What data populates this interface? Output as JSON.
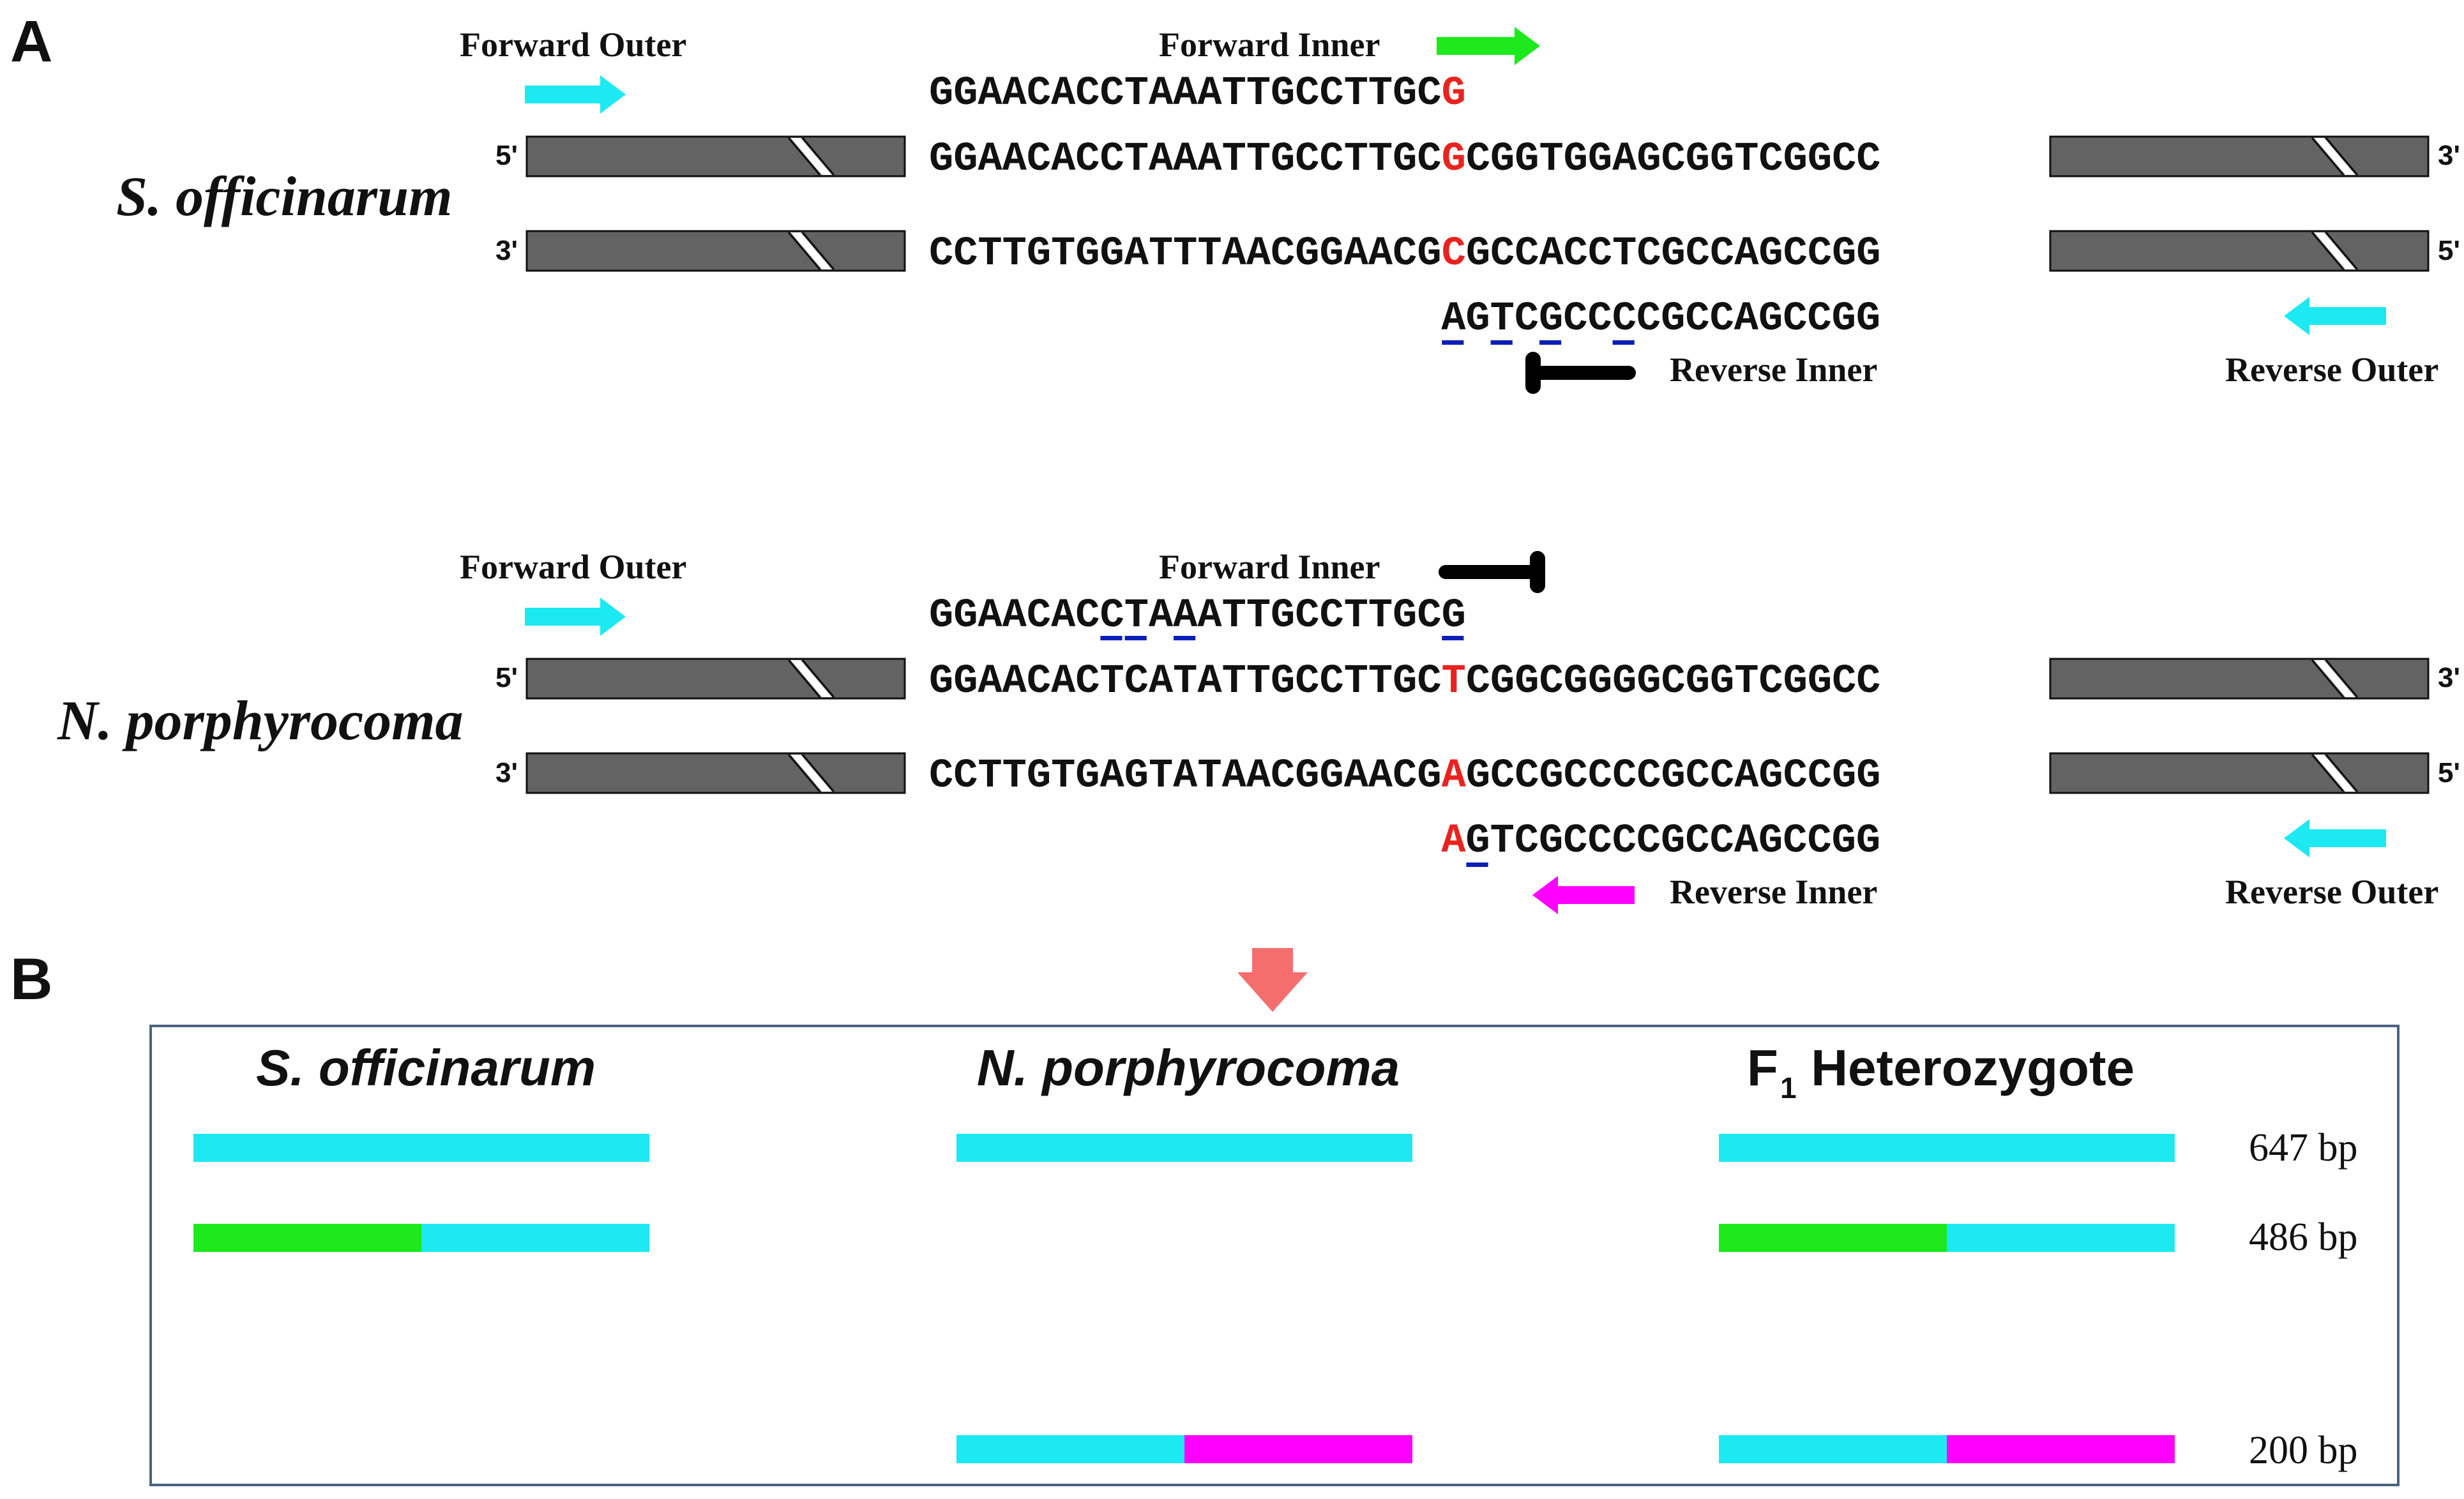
{
  "colors": {
    "forward_outer": "#1de9f2",
    "forward_inner": "#1de91d",
    "blocked": "#000000",
    "reverse_inner_np": "#ff00ff",
    "mismatch": "#e8231f",
    "mismatch_underline": "#0b1fb8",
    "block_fill": "#636363",
    "pointer": "#f56e6e",
    "panel_border": "#4a6380"
  },
  "panel_labels": {
    "a": "A",
    "b": "B"
  },
  "panel_a": {
    "species": [
      {
        "name": "S. officinarum",
        "forward_outer_label": "Forward Outer",
        "forward_inner_label": "Forward Inner",
        "forward_inner_icon": "green-arrow-icon",
        "forward_inner_primer": {
          "seq": "GGAACACCTAAATTGCCTTGC",
          "last_base": "G"
        },
        "top_strand": {
          "prime_left": "5'",
          "pre": "GGAACACCTAAATTGCCTTGC",
          "snp": "G",
          "post": "CGGTGGAGCGGTCGGCC",
          "prime_right": "3'"
        },
        "bottom_strand": {
          "prime_left": "3'",
          "pre": "CCTTGTGGATTTAACGGAACG",
          "snp": "C",
          "post": "GCCACCTCGCCAGCCGG",
          "prime_right": "5'"
        },
        "reverse_inner_primer": {
          "seq": "AGTCGCCCCGCCAGCCGG",
          "first_base_highlight": false
        },
        "reverse_inner_label": "Reverse Inner",
        "reverse_inner_icon": "blocked-tee-icon",
        "reverse_outer_label": "Reverse Outer"
      },
      {
        "name": "N. porphyrocoma",
        "forward_outer_label": "Forward Outer",
        "forward_inner_label": "Forward Inner",
        "forward_inner_icon": "blocked-tee-icon",
        "forward_inner_primer": {
          "seq": "GGAACACCTAAATTGCCTTGC",
          "last_base": "G"
        },
        "top_strand": {
          "prime_left": "5'",
          "pre": "GGAACACTCATATTGCCTTGC",
          "snp": "T",
          "post": "CGGCGGGGCGGTCGGCC",
          "prime_right": "3'"
        },
        "bottom_strand": {
          "prime_left": "3'",
          "pre": "CCTTGTGAGTATAACGGAACG",
          "snp": "A",
          "post": "GCCGCCCCGCCAGCCGG",
          "prime_right": "5'"
        },
        "reverse_inner_primer": {
          "seq": "AGTCGCCCCGCCAGCCGG",
          "first_base_highlight": true
        },
        "reverse_inner_label": "Reverse Inner",
        "reverse_inner_icon": "magenta-arrow-icon",
        "reverse_outer_label": "Reverse Outer"
      }
    ]
  },
  "panel_b": {
    "pointer_icon": "down-arrow-icon",
    "columns": [
      {
        "title": "S. officinarum"
      },
      {
        "title": "N. porphyrocoma"
      },
      {
        "title_main": "F",
        "title_sub": "1",
        "title_rest": " Heterozygote"
      }
    ],
    "band_sizes": [
      "647 bp",
      "486 bp",
      "200 bp"
    ],
    "bands": [
      {
        "column": 0,
        "size": "647 bp",
        "segments": [
          "forward_outer"
        ]
      },
      {
        "column": 0,
        "size": "486 bp",
        "segments": [
          "forward_inner",
          "forward_outer"
        ]
      },
      {
        "column": 1,
        "size": "647 bp",
        "segments": [
          "forward_outer"
        ]
      },
      {
        "column": 1,
        "size": "200 bp",
        "segments": [
          "forward_outer",
          "reverse_inner_np"
        ]
      },
      {
        "column": 2,
        "size": "647 bp",
        "segments": [
          "forward_outer"
        ]
      },
      {
        "column": 2,
        "size": "486 bp",
        "segments": [
          "forward_inner",
          "forward_outer"
        ]
      },
      {
        "column": 2,
        "size": "200 bp",
        "segments": [
          "forward_outer",
          "reverse_inner_np"
        ]
      }
    ]
  }
}
